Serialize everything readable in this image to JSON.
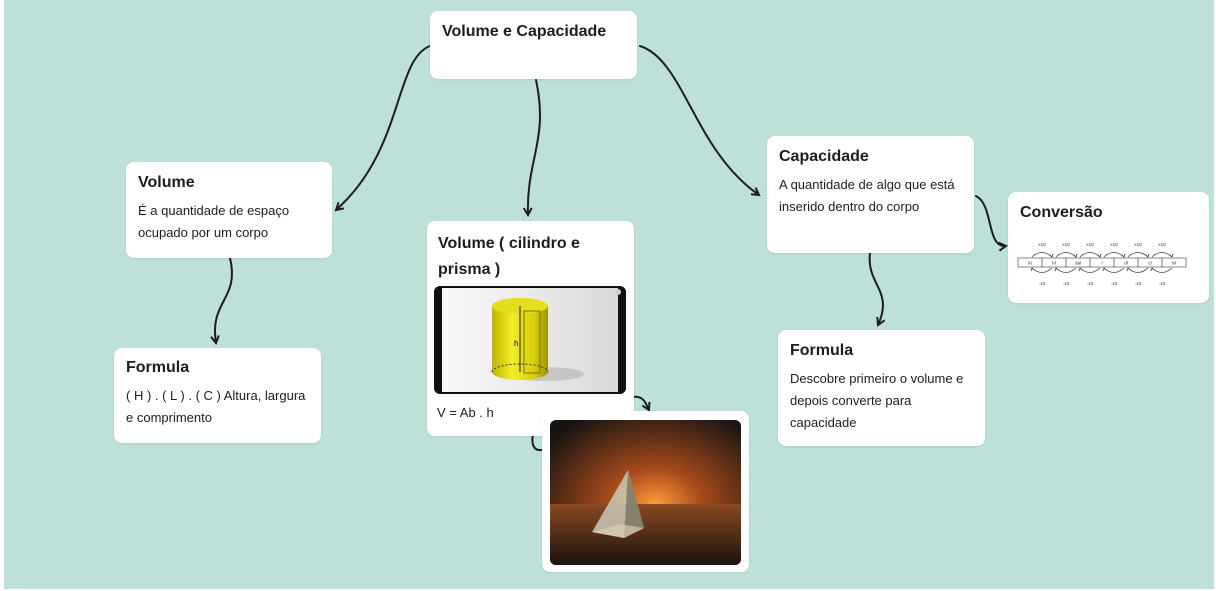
{
  "root": {
    "title": "Volume e Capacidade"
  },
  "volume": {
    "title": "Volume",
    "body": "É a quantidade de espaço ocupado por um corpo"
  },
  "formula_volume": {
    "title": "Formula",
    "body": "( H ) . ( L ) . ( C ) Altura, largura e comprimento"
  },
  "cylinder": {
    "title": "Volume ( cilindro e prisma )",
    "figure_label": "h",
    "formula": "V = Ab . h"
  },
  "capacidade": {
    "title": "Capacidade",
    "body": "A quantidade de algo que está inserido dentro do corpo"
  },
  "formula_capacidade": {
    "title": "Formula",
    "body": "Descobre primeiro o volume e depois converte para capacidade"
  },
  "conversao": {
    "title": "Conversão",
    "units": [
      "kl",
      "hl",
      "dal",
      "l",
      "dl",
      "cl",
      "ml"
    ],
    "up_label": "x10",
    "down_label": ":10"
  },
  "colors": {
    "background": "#bde0d9",
    "card": "#ffffff",
    "connector": "#1d1d1d"
  }
}
